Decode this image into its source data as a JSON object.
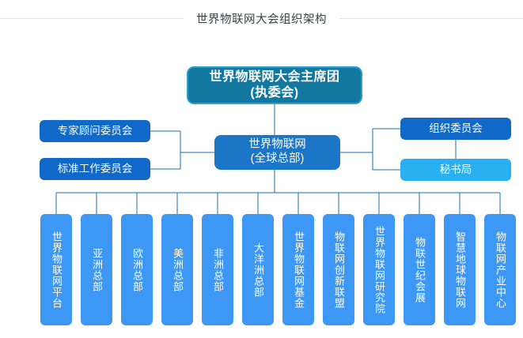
{
  "header": {
    "title": "世界物联网大会组织架构"
  },
  "colors": {
    "chair_fill": "#12789f",
    "chair_border": "#2f9ed0",
    "center_fill": "#1b76c8",
    "side_fill": "#1068c8",
    "secretariat_fill": "#29b0f0",
    "leaf_fill": "#3d98f5",
    "connector": "#1b6fa8",
    "header_rule": "#e4e6e8",
    "title_text": "#3d4147"
  },
  "chart_data": {
    "type": "diagram",
    "title": "世界物联网大会组织架构",
    "nodes": {
      "chairman": "世界物联网大会主席团\n(执委会)",
      "center": "世界物联网\n(全球总部)",
      "left": [
        "专家顾问委员会",
        "标准工作委员会"
      ],
      "right": [
        "组织委员会",
        "秘书局"
      ],
      "leaves": [
        "世界物联网平台",
        "亚洲总部",
        "欧洲总部",
        "美洲总部",
        "非洲总部",
        "大洋洲总部",
        "世界物联网基金",
        "物联网创新联盟",
        "世界物联网研究院",
        "物联世纪会展",
        "智慧地球物联网",
        "物联网产业中心"
      ]
    }
  },
  "org": {
    "chairman": {
      "line1": "世界物联网大会主席团",
      "line2": "(执委会)"
    },
    "center": {
      "line1": "世界物联网",
      "line2": "(全球总部)"
    },
    "left_committees": [
      {
        "label": "专家顾问委员会"
      },
      {
        "label": "标准工作委员会"
      }
    ],
    "right_committees": [
      {
        "label": "组织委员会"
      },
      {
        "label": "秘书局"
      }
    ],
    "divisions": [
      {
        "label": "世界物联网平台"
      },
      {
        "label": "亚洲总部"
      },
      {
        "label": "欧洲总部"
      },
      {
        "label": "美洲总部"
      },
      {
        "label": "非洲总部"
      },
      {
        "label": "大洋洲总部"
      },
      {
        "label": "世界物联网基金"
      },
      {
        "label": "物联网创新联盟"
      },
      {
        "label": "世界物联网研究院"
      },
      {
        "label": "物联世纪会展"
      },
      {
        "label": "智慧地球物联网"
      },
      {
        "label": "物联网产业中心"
      }
    ]
  }
}
